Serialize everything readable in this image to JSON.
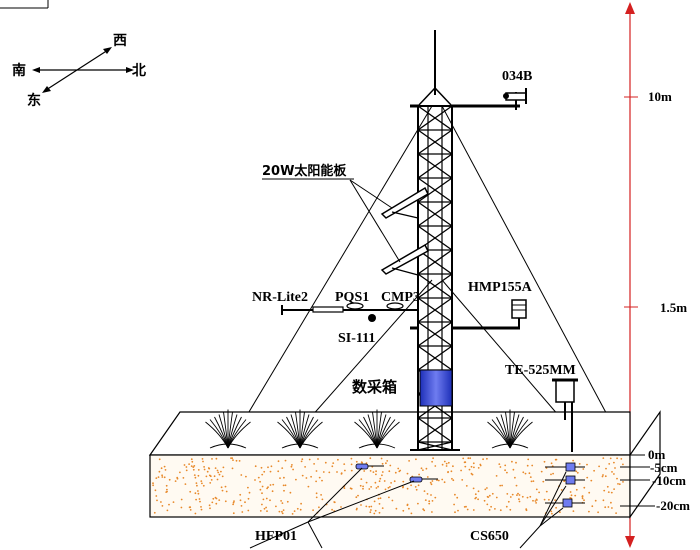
{
  "compass": {
    "west": "西",
    "south": "南",
    "north": "北",
    "east": "东"
  },
  "labels": {
    "wind_sensor": "034B",
    "solar_panel": "20W太阳能板",
    "nr_lite": "NR-Lite2",
    "pqs": "PQS1",
    "cmp": "CMP3",
    "si": "SI-111",
    "hmp": "HMP155A",
    "logger_box": "数采箱",
    "te": "TE-525MM",
    "hfp": "HFP01",
    "cs": "CS650"
  },
  "heights": {
    "h10": "10m",
    "h15": "1.5m",
    "h0": "0m",
    "d5": "-5cm",
    "d10": "-10cm",
    "d20": "-20cm"
  },
  "colors": {
    "height_axis": "#d42020",
    "soil_dots": "#e8892a",
    "logger_box": "#2b3fd0",
    "soil_fill": "#fffaf2"
  }
}
